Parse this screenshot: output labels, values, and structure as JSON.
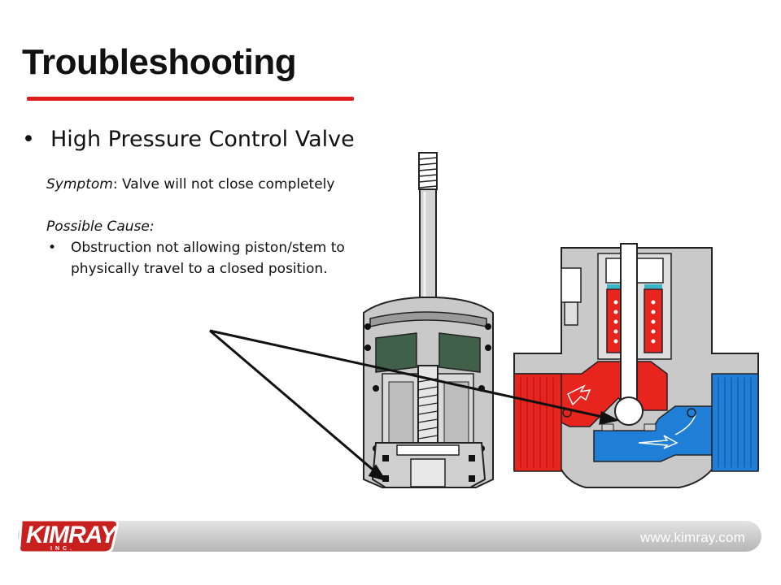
{
  "slide": {
    "title": "Troubleshooting",
    "main_bullet": "High Pressure Control Valve",
    "symptom_label": "Symptom",
    "symptom_text": ": Valve will not close completely",
    "cause_label": "Possible Cause:",
    "cause_items": [
      "Obstruction not allowing piston/stem to physically travel to a closed position."
    ]
  },
  "footer": {
    "logo_text": "KIMRAY",
    "logo_sub": "INC.",
    "url": "www.kimray.com"
  },
  "colors": {
    "accent_red": "#e01b1b",
    "upstream_red": "#e8241f",
    "downstream_blue": "#1f7fd6",
    "body_gray": "#c9c9c9"
  },
  "icons": {
    "bullet": "•"
  }
}
